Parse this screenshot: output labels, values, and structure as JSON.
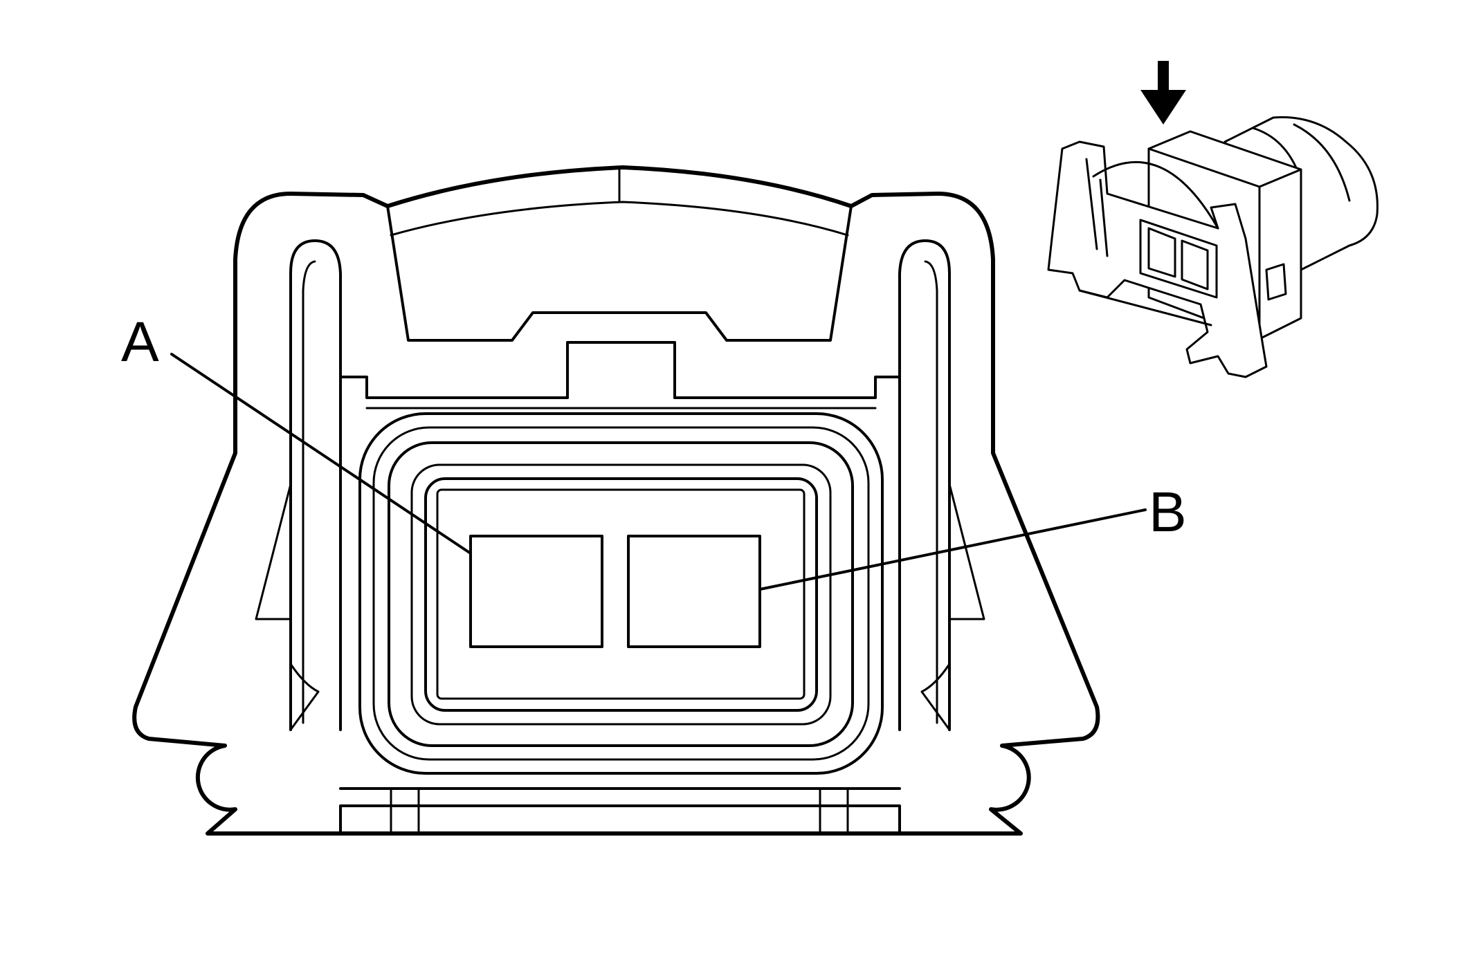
{
  "diagram": {
    "callouts": [
      {
        "id": "A",
        "label": "A"
      },
      {
        "id": "B",
        "label": "B"
      }
    ],
    "inset_arrow_icon": "arrow-down-icon"
  }
}
